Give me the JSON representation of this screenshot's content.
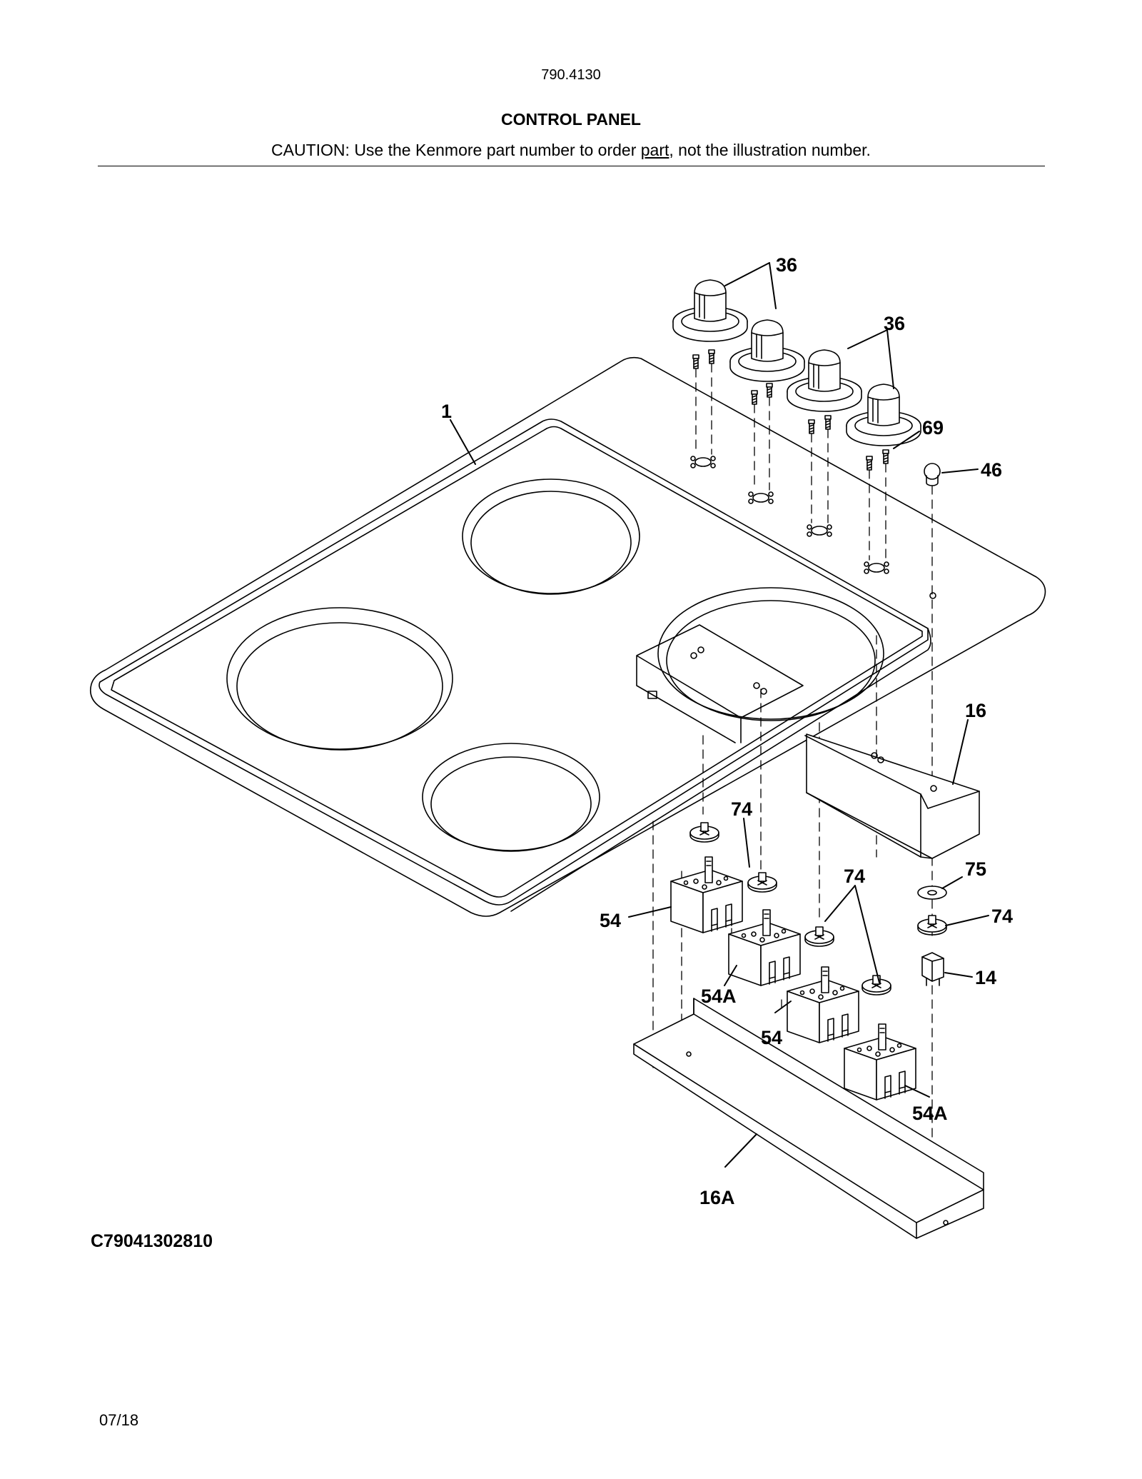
{
  "header": {
    "model_number": "790.4130",
    "title": "CONTROL PANEL",
    "caution_prefix": "CAUTION: Use the Kenmore part number to order ",
    "caution_link": "part",
    "caution_suffix": ", not the illustration number."
  },
  "diagram_code": "C79041302810",
  "date": "07/18",
  "callouts": [
    {
      "id": "knob-top",
      "text": "36"
    },
    {
      "id": "knob-right",
      "text": "36"
    },
    {
      "id": "panel",
      "text": "1"
    },
    {
      "id": "screw",
      "text": "69"
    },
    {
      "id": "plug",
      "text": "46"
    },
    {
      "id": "bracket",
      "text": "16"
    },
    {
      "id": "clip-top",
      "text": "74"
    },
    {
      "id": "washer",
      "text": "75"
    },
    {
      "id": "clip-mid",
      "text": "74"
    },
    {
      "id": "clip-right",
      "text": "74"
    },
    {
      "id": "switch-1",
      "text": "54"
    },
    {
      "id": "indicator",
      "text": "14"
    },
    {
      "id": "switch-2",
      "text": "54A"
    },
    {
      "id": "switch-3",
      "text": "54"
    },
    {
      "id": "switch-4",
      "text": "54A"
    },
    {
      "id": "bracket-lower",
      "text": "16A"
    }
  ]
}
